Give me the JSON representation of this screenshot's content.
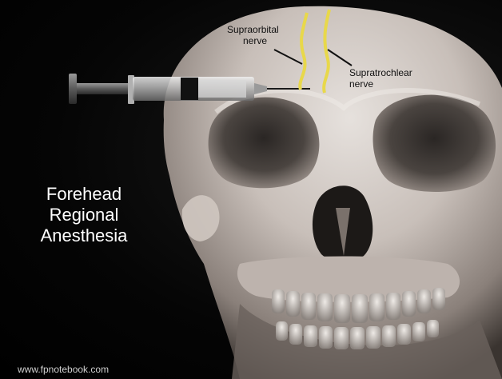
{
  "title": {
    "line1": "Forehead",
    "line2": "Regional",
    "line3": "Anesthesia"
  },
  "labels": {
    "supraorbital_line1": "Supraorbital",
    "supraorbital_line2": "nerve",
    "supratrochlear_line1": "Supratrochlear",
    "supratrochlear_line2": "nerve"
  },
  "footer": {
    "website": "www.fpnotebook.com"
  },
  "colors": {
    "background": "#000000",
    "nerve": "#e8d84a",
    "skull": "#cfc6c0",
    "text": "#ffffff",
    "label_text": "#111111"
  },
  "illustration": {
    "subject": "3D rendered human skull",
    "tool": "syringe with needle"
  }
}
